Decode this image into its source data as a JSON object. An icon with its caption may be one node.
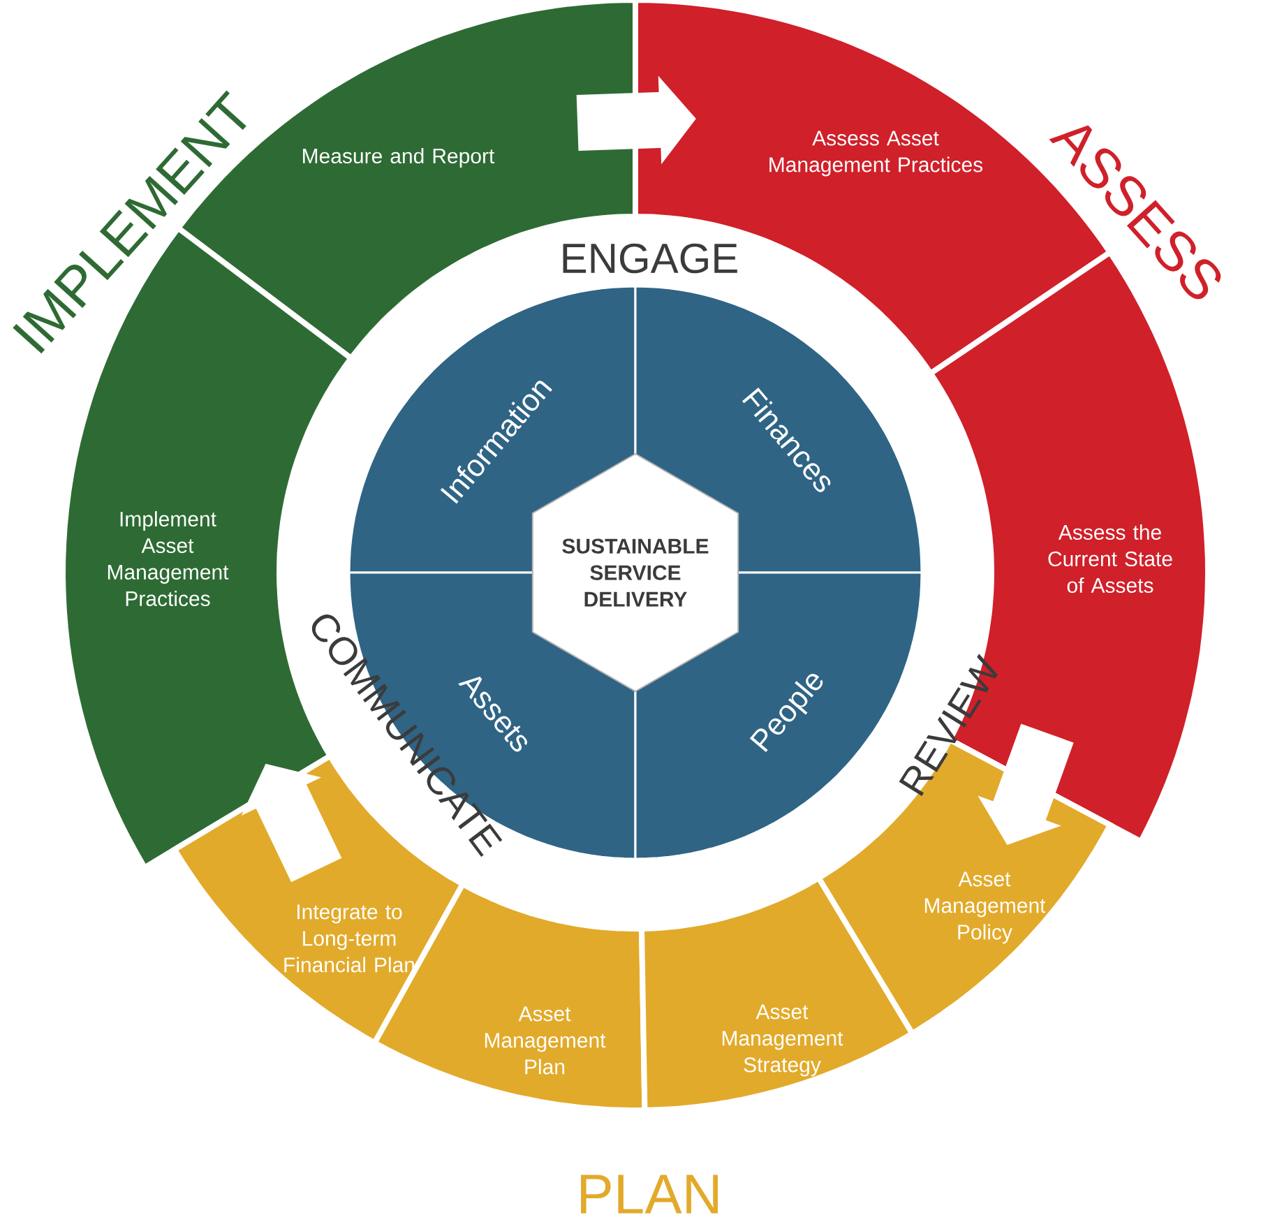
{
  "diagram": {
    "nodes": [
      {
        "text": [
          "Measure and Report"
        ]
      },
      {
        "text": [
          "Assess Asset Management Practices"
        ]
      },
      {
        "text": [
          "Implement Asset Management Practices"
        ]
      },
      {
        "text": [
          "Assess the Current State of Assets"
        ]
      },
      {
        "text": [
          "Integrate to Long-term Financial Plan"
        ]
      },
      {
        "text": [
          "Asset Management Plan"
        ]
      },
      {
        "text": [
          "Asset Management Strategy"
        ]
      },
      {
        "text": [
          "Asset Management Policy"
        ]
      },
      {
        "text": [
          "Information"
        ]
      },
      {
        "text": [
          "Finances"
        ]
      },
      {
        "text": [
          "Assets"
        ]
      },
      {
        "text": [
          "People"
        ]
      },
      {
        "text": [
          "SUSTAINABLE SERVICE DELIVERY"
        ]
      }
    ],
    "edges": [
      {
        "from": 0,
        "to": 1,
        "arrow": "to"
      },
      {
        "from": 3,
        "to": 7,
        "arrow": "to"
      },
      {
        "from": 4,
        "to": 2,
        "arrow": "to"
      }
    ],
    "labels": [
      "IMPLEMENT",
      "ASSESS",
      "ENGAGE",
      "REVIEW",
      "COMMUNICATE",
      "PLAN"
    ]
  }
}
